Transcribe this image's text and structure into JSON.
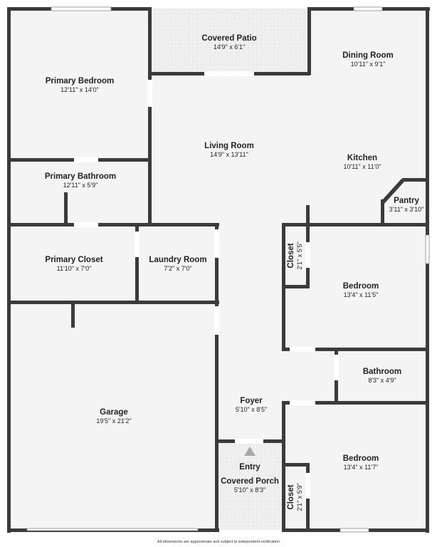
{
  "rooms": {
    "covered_patio": {
      "name": "Covered Patio",
      "dim": "14'9\" x 6'1\""
    },
    "dining_room": {
      "name": "Dining Room",
      "dim": "10'11\" x 9'1\""
    },
    "primary_bedroom": {
      "name": "Primary Bedroom",
      "dim": "12'11\" x 14'0\""
    },
    "living_room": {
      "name": "Living Room",
      "dim": "14'9\" x 13'11\""
    },
    "kitchen": {
      "name": "Kitchen",
      "dim": "10'11\" x 11'0\""
    },
    "primary_bathroom": {
      "name": "Primary Bathroom",
      "dim": "12'11\" x 5'9\""
    },
    "pantry": {
      "name": "Pantry",
      "dim": "3'11\" x 3'10\""
    },
    "closet_upper": {
      "name": "Closet",
      "dim": "2'1\" x 5'5\""
    },
    "primary_closet": {
      "name": "Primary Closet",
      "dim": "11'10\" x 7'0\""
    },
    "laundry_room": {
      "name": "Laundry Room",
      "dim": "7'2\" x 7'0\""
    },
    "bedroom_upper": {
      "name": "Bedroom",
      "dim": "13'4\" x 11'5\""
    },
    "bathroom": {
      "name": "Bathroom",
      "dim": "8'3\" x 4'9\""
    },
    "garage": {
      "name": "Garage",
      "dim": "19'5\" x 21'2\""
    },
    "foyer": {
      "name": "Foyer",
      "dim": "5'10\" x 8'5\""
    },
    "bedroom_lower": {
      "name": "Bedroom",
      "dim": "13'4\" x 11'7\""
    },
    "closet_lower": {
      "name": "Closet",
      "dim": "2'1\" x 5'9\""
    }
  },
  "entry_label": "Entry",
  "covered_porch": {
    "name": "Covered Porch",
    "dim": "5'10\" x 8'3\""
  },
  "footer_note": "All dimensions are approximate and subject to independent verification",
  "colors": {
    "wall": "#3b3b3b",
    "floor": "#f4f4f4",
    "tile": "#e6e6e6",
    "entry_arrow": "#a8a8a8"
  }
}
